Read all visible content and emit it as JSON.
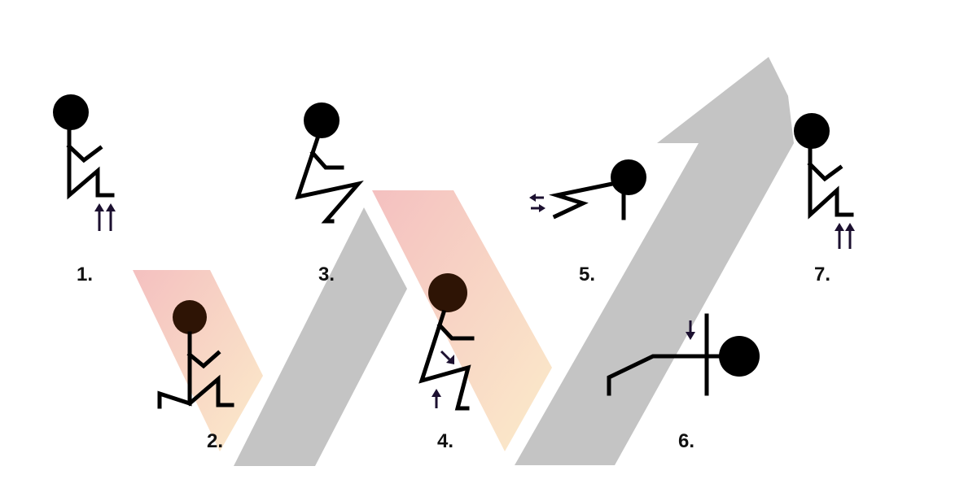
{
  "colors": {
    "arrow_gray": "#c4c4c4",
    "band_start": "#f3b9b9",
    "band_end": "#fbe9c4",
    "figure": "#000000",
    "small_arrow": "#1c1030",
    "label": "#111111"
  },
  "steps": [
    {
      "label": "1.",
      "icon": "standing-figure-with-double-up-arrow-icon"
    },
    {
      "label": "2.",
      "icon": "lunging-figure-icon"
    },
    {
      "label": "3.",
      "icon": "squatting-figure-icon"
    },
    {
      "label": "4.",
      "icon": "squat-figure-with-motion-arrows-icon"
    },
    {
      "label": "5.",
      "icon": "bending-figure-with-left-right-arrows-icon"
    },
    {
      "label": "6.",
      "icon": "hanging-figure-with-down-arrow-icon"
    },
    {
      "label": "7.",
      "icon": "standing-figure-with-double-up-arrow-icon"
    }
  ]
}
